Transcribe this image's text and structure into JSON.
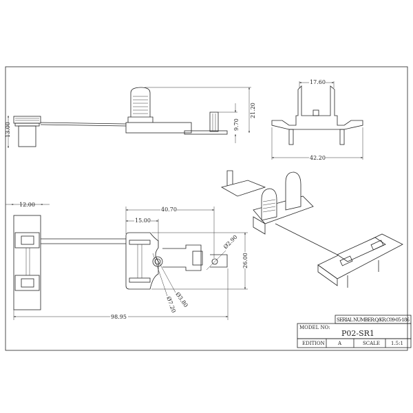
{
  "dimensions": {
    "top_left_height": "13.00",
    "side_height_total": "21.20",
    "side_post_height": "9.70",
    "end_width_top": "17.60",
    "end_width_bottom": "42.20",
    "plan_left_width": "12.00",
    "plan_offset_40": "40.70",
    "plan_offset_15": "15.00",
    "plan_hole_small": "Ø2.90",
    "plan_height": "26.00",
    "plan_hole_outer": "Ø7.20",
    "plan_hole_inner": "Ø3.80",
    "plan_total_length": "98.95"
  },
  "title_block": {
    "serial_number": "SERIAL NUMBER:Q/KR.C09-05-186",
    "model_label": "MODEL NO:",
    "model_value": "P02-SR1",
    "edition_label": "EDITION",
    "edition_value": "A",
    "scale_label": "SCALE",
    "scale_value": "1.5:1"
  }
}
